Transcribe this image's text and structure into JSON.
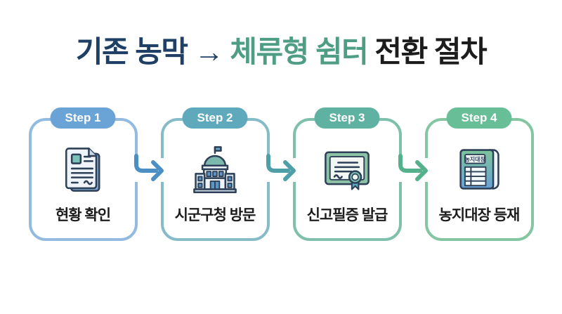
{
  "title": {
    "part1": "기존 농막",
    "arrow": " → ",
    "part2": "체류형 쉼터",
    "part3": " 전환 절차",
    "colors": {
      "part1": "#1f4064",
      "arrow": "#1f4064",
      "part2": "#4f9d85",
      "part3": "#1c1c1c"
    }
  },
  "steps": [
    {
      "badge": "Step 1",
      "label": "현황 확인",
      "icon": "document-icon",
      "badge_color": "#6aa3d5",
      "border_color": "#93bbdf"
    },
    {
      "badge": "Step 2",
      "label": "시군구청 방문",
      "icon": "government-building-icon",
      "badge_color": "#5fa9bc",
      "border_color": "#85bcc8"
    },
    {
      "badge": "Step 3",
      "label": "신고필증 발급",
      "icon": "certificate-icon",
      "badge_color": "#5fb2a1",
      "border_color": "#7fc0ac"
    },
    {
      "badge": "Step 4",
      "label": "농지대장 등재",
      "icon": "farmland-ledger-icon",
      "badge_color": "#68bf97",
      "border_color": "#85c6a2",
      "icon_label": "농지대장"
    }
  ],
  "arrows": [
    {
      "color": "#4b8fc4"
    },
    {
      "color": "#4f9fa8"
    },
    {
      "color": "#55b18c"
    }
  ],
  "icon_palette": {
    "outline": "#2e4057",
    "paper": "#eef4f9",
    "paper_shadow": "#7fa8cc",
    "teal_accent": "#7cc0ba",
    "window_blue": "#5b96c6",
    "cert_green": "#8cc3a6",
    "seal_teal": "#7cc0b4",
    "ribbon_blue": "#5fa8c0"
  }
}
